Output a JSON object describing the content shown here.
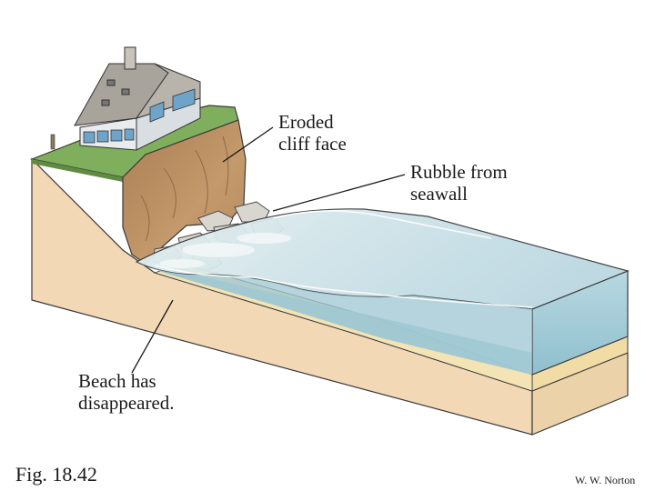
{
  "annotations": {
    "eroded_cliff": [
      "Eroded",
      "cliff face"
    ],
    "rubble": [
      "Rubble from",
      "seawall"
    ],
    "beach": [
      "Beach has",
      "disappeared."
    ]
  },
  "figure_label": "Fig. 18.42",
  "credit": "W. W. Norton",
  "colors": {
    "land_side": "#ead0ab",
    "land_front": "#f2d8b4",
    "grass": "#7fae5c",
    "cliff": "#bf9466",
    "water_surface": "#c7dfe6",
    "water_front": "#9cc6d2",
    "sand_layer": "#f0dca4",
    "roof": "#a8a49c",
    "rock": "#d9d6cf"
  }
}
